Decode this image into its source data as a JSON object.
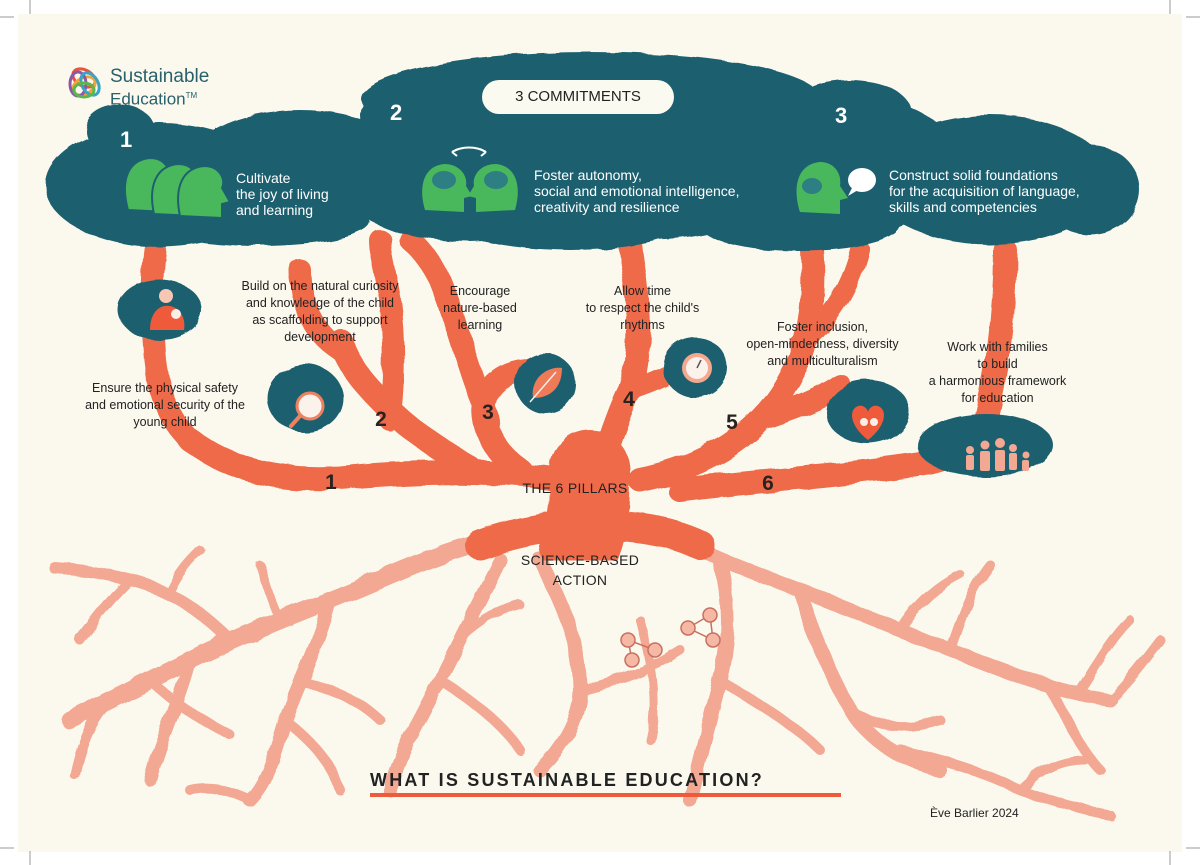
{
  "logo": {
    "name": "Sustainable",
    "name2": "Education",
    "tm": "TM"
  },
  "commitments": {
    "header": "3 COMMITMENTS",
    "items": [
      {
        "number": "1",
        "text": "Cultivate\nthe joy of living\nand learning"
      },
      {
        "number": "2",
        "text": "Foster autonomy,\nsocial and emotional intelligence,\ncreativity and resilience"
      },
      {
        "number": "3",
        "text": "Construct solid foundations\nfor the acquisition of language,\nskills and competencies"
      }
    ]
  },
  "pillars": {
    "header": "THE 6 PILLARS",
    "items": [
      {
        "number": "1",
        "text": "Ensure the physical safety\nand emotional security of the\nyoung child"
      },
      {
        "number": "2",
        "text": "Build on the natural curiosity\nand knowledge of the child\nas scaffolding to support\ndevelopment"
      },
      {
        "number": "3",
        "text": "Encourage\nnature-based\nlearning"
      },
      {
        "number": "4",
        "text": "Allow time\nto respect the child's\nrhythms"
      },
      {
        "number": "5",
        "text": "Foster inclusion,\nopen-mindedness, diversity\nand multiculturalism"
      },
      {
        "number": "6",
        "text": "Work with families\nto build\na harmonious framework\nfor education"
      }
    ]
  },
  "roots": {
    "label": "SCIENCE-BASED\nACTION"
  },
  "title": "WHAT IS SUSTAINABLE EDUCATION?",
  "credit": "Ève Barlier 2024",
  "colors": {
    "background": "#fbf9ee",
    "canopy": "#1d6070",
    "trunk": "#ef6a48",
    "roots": "#f3a893",
    "accent_green": "#49b85d",
    "dark_text": "#222222"
  },
  "icons": [
    "heads-group-icon",
    "heads-exchange-icon",
    "speaking-head-icon",
    "speech-bubble-icon",
    "mother-child-icon",
    "magnifier-icon",
    "leaf-icon",
    "clock-icon",
    "heart-hands-icon",
    "family-icon",
    "molecule-icon"
  ]
}
